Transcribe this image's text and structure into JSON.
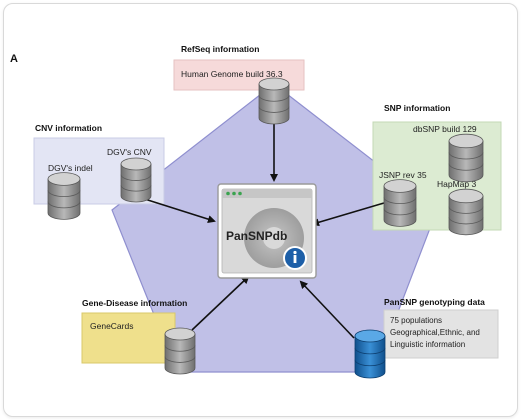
{
  "panel_label": "A",
  "center": {
    "title": "PanSNPdb",
    "info_glyph": "info-icon"
  },
  "sources": {
    "refseq": {
      "title": "RefSeq information",
      "items": [
        "Human Genome build 36.3"
      ]
    },
    "snp": {
      "title": "SNP information",
      "items": [
        "dbSNP build 129",
        "JSNP rev 35",
        "HapMap 3"
      ]
    },
    "cnv": {
      "title": "CNV information",
      "items": [
        "DGV's CNV",
        "DGV's indel"
      ]
    },
    "gene_disease": {
      "title": "Gene-Disease information",
      "items": [
        "GeneCards"
      ]
    },
    "pansnp": {
      "title": "PanSNP genotyping data",
      "lines": [
        "75 populations",
        "Geographical,Ethnic, and",
        "Linguistic information"
      ]
    }
  },
  "colors": {
    "pentagon_fill": "#bdbde6",
    "pentagon_stroke": "#8f8fcf",
    "refseq_box": "#f6dada",
    "snp_box": "#dcebd2",
    "cnv_box": "#e3e5f4",
    "gene_box": "#efe08c",
    "pansnp_box": "#e3e3e3",
    "db_gray": "#8e8e8e",
    "db_blue": "#1f6fb5",
    "info_badge": "#1d5fa8"
  }
}
